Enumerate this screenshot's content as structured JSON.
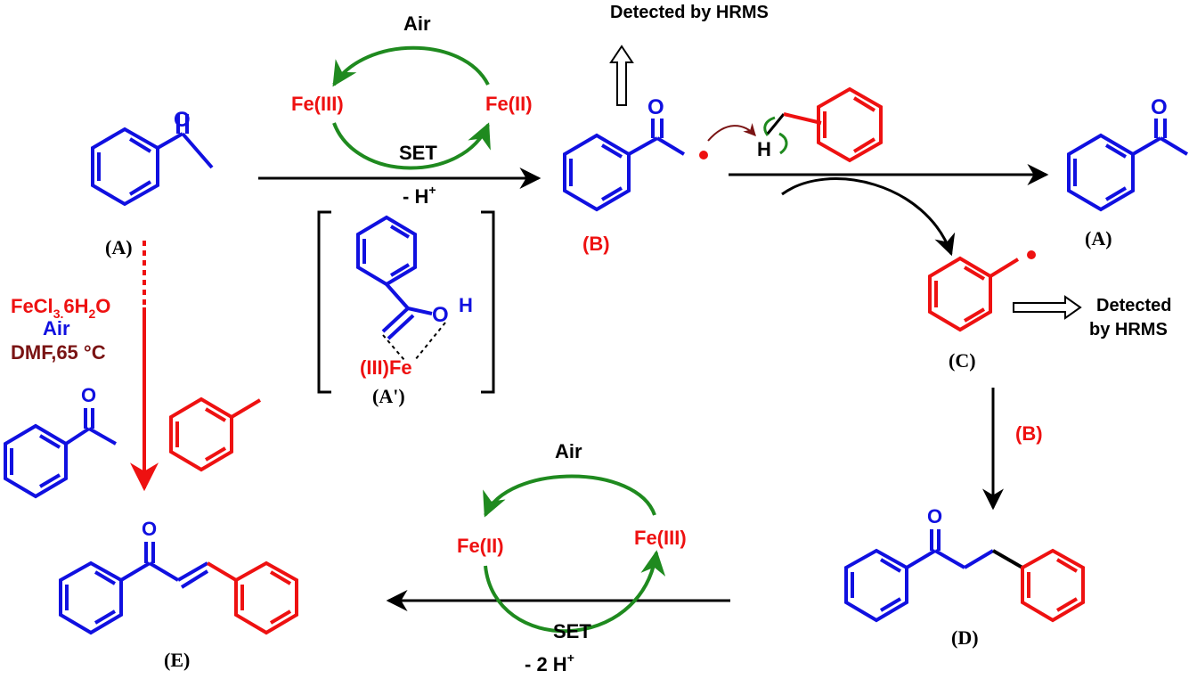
{
  "colors": {
    "blue": "#1010e0",
    "red": "#ee1111",
    "darkred": "#7a1414",
    "green": "#1f8a1f",
    "black": "#000000"
  },
  "labels": {
    "detected_top": "Detected by HRMS",
    "air_top": "Air",
    "fe3_top": "Fe(III)",
    "fe2_top": "Fe(II)",
    "set_top": "SET",
    "minus_h": "- H",
    "plus": "+",
    "label_A_left": "(A)",
    "label_B": "(B)",
    "label_A_right": "(A)",
    "label_Aprime": "(A')",
    "label_C": "(C)",
    "label_B_mid": "(B)",
    "label_D": "(D)",
    "label_E": "(E)",
    "h_atom_right": "H",
    "h_atom_aprime": "H",
    "o_atom": "O",
    "iiife": "(III)Fe",
    "detected_c_line1": "Detected",
    "detected_c_line2": "by HRMS",
    "fecl_main": "FeCl",
    "fecl_sub": "3.",
    "fecl_mid": "6H",
    "fecl_sub2": "2",
    "fecl_end": "O",
    "air_cond": "Air",
    "dmf_cond": "DMF,65 °C",
    "air_bottom": "Air",
    "fe2_bottom": "Fe(II)",
    "fe3_bottom": "Fe(III)",
    "set_bottom": "SET",
    "minus_2h": "- 2 H"
  }
}
